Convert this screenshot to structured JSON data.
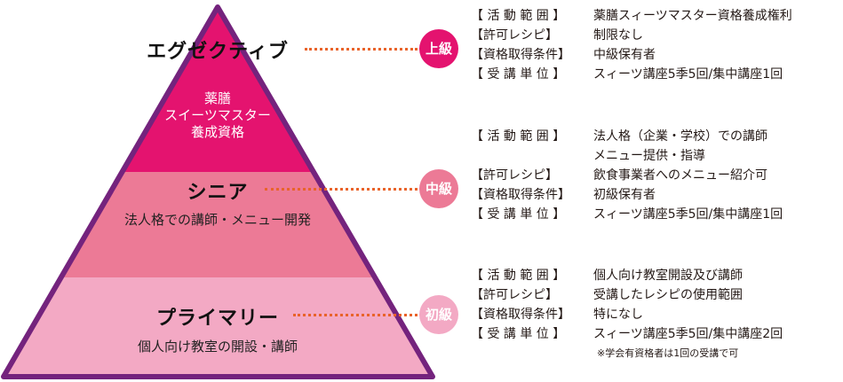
{
  "colors": {
    "pyramid_outline": "#74237d",
    "tier_top": "#e4136f",
    "tier_mid": "#ec7a96",
    "tier_bottom": "#f3a9c4",
    "connector": "#e9632a",
    "badge_upper": "#e4136f",
    "badge_mid": "#ec7a96",
    "badge_lower": "#f3a9c4"
  },
  "tiers": {
    "executive": {
      "title": "エグゼクティブ",
      "desc_lines": [
        "薬膳",
        "スイーツマスター",
        "養成資格"
      ]
    },
    "senior": {
      "title": "シニア",
      "desc": "法人格での講師・メニュー開発"
    },
    "primary": {
      "title": "プライマリー",
      "desc": "個人向け教室の開設・講師"
    }
  },
  "badges": {
    "upper": "上級",
    "middle": "中級",
    "lower": "初級"
  },
  "info": {
    "upper": [
      {
        "key": "【 活 動 範 囲 】",
        "value": "薬膳スィーツマスター資格養成権利"
      },
      {
        "key": "【許可レシピ】",
        "value": "制限なし"
      },
      {
        "key": "【資格取得条件】",
        "value": "中級保有者"
      },
      {
        "key": "【 受 講 単 位 】",
        "value": "スィーツ講座5季5回/集中講座1回"
      }
    ],
    "middle": [
      {
        "key": "【 活 動 範 囲 】",
        "value": "法人格（企業・学校）での講師"
      },
      {
        "key": "",
        "value": "メニュー提供・指導"
      },
      {
        "key": "【許可レシピ】",
        "value": "飲食事業者へのメニュー紹介可"
      },
      {
        "key": "【資格取得条件】",
        "value": "初級保有者"
      },
      {
        "key": "【 受 講 単 位 】",
        "value": "スィーツ講座5季5回/集中講座1回"
      }
    ],
    "lower": [
      {
        "key": "【 活 動 範 囲 】",
        "value": "個人向け教室開設及び講師"
      },
      {
        "key": "【許可レシピ】",
        "value": "受講したレシピの使用範囲"
      },
      {
        "key": "【資格取得条件】",
        "value": "特になし"
      },
      {
        "key": "【 受 講 単 位 】",
        "value": "スィーツ講座5季5回/集中講座2回"
      }
    ],
    "note": "※学会有資格者は1回の受講で可"
  }
}
